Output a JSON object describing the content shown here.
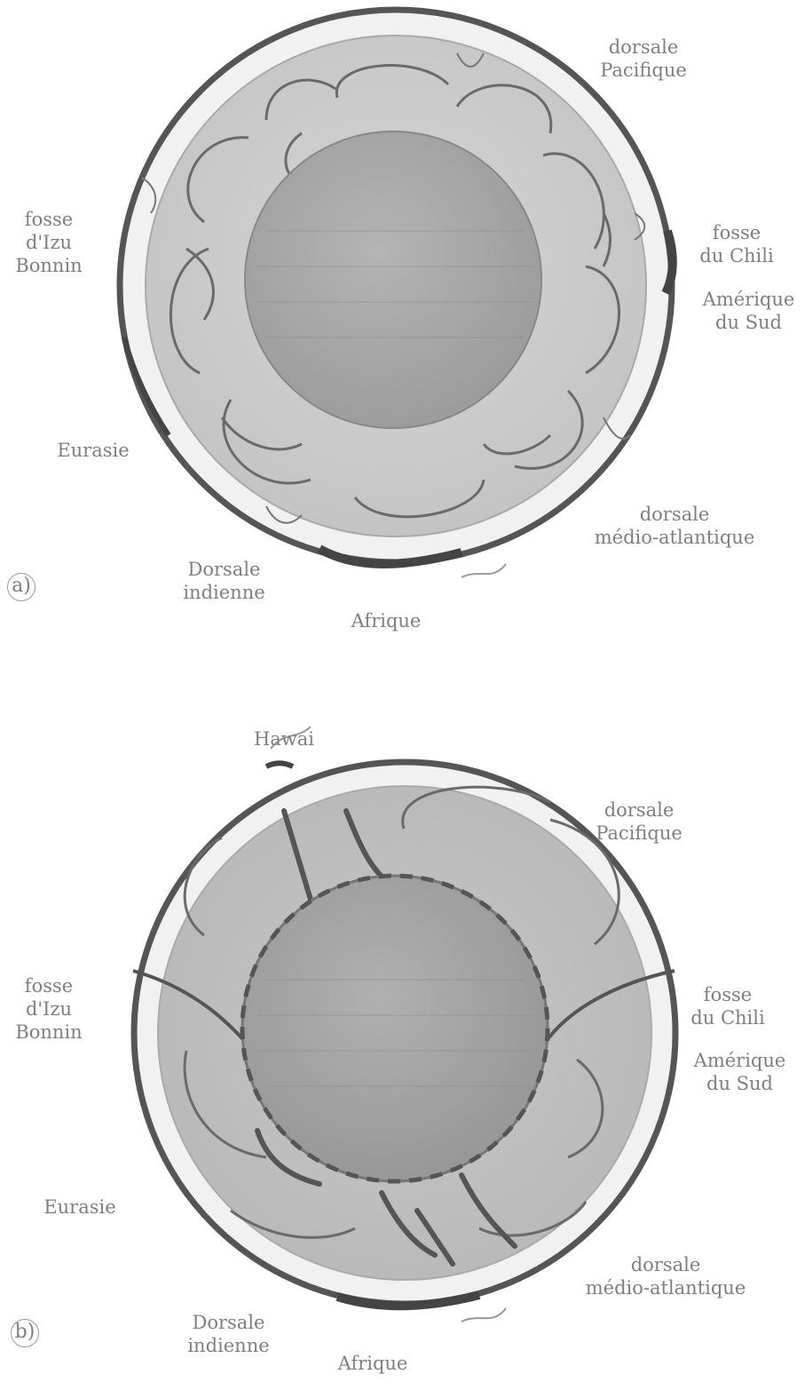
{
  "figure": {
    "panel_a": {
      "letter": "a)",
      "labels": {
        "dorsale_pacifique": [
          "dorsale",
          "Pacifique"
        ],
        "fosse_izu": [
          "fosse",
          "d'Izu",
          "Bonnin"
        ],
        "fosse_chili": [
          "fosse",
          "du Chili"
        ],
        "amerique_sud": [
          "Amérique",
          "du Sud"
        ],
        "eurasie": [
          "Eurasie"
        ],
        "dorsale_medio": [
          "dorsale",
          "médio-atlantique"
        ],
        "dorsale_indienne": [
          "Dorsale",
          "indienne"
        ],
        "afrique": [
          "Afrique"
        ]
      }
    },
    "panel_b": {
      "letter": "b)",
      "labels": {
        "hawai": [
          "Hawai"
        ],
        "dorsale_pacifique": [
          "dorsale",
          "Pacifique"
        ],
        "fosse_izu": [
          "fosse",
          "d'Izu",
          "Bonnin"
        ],
        "fosse_chili": [
          "fosse",
          "du Chili"
        ],
        "amerique_sud": [
          "Amérique",
          "du Sud"
        ],
        "eurasie": [
          "Eurasie"
        ],
        "dorsale_medio": [
          "dorsale",
          "médio-atlantique"
        ],
        "dorsale_indienne": [
          "Dorsale",
          "indienne"
        ],
        "afrique": [
          "Afrique"
        ]
      }
    },
    "colors": {
      "outline": "#555555",
      "crust": "#f2f2f2",
      "mantle": "#cfcfcf",
      "core": "#a8a8a8",
      "cell_line": "#6a6a6a",
      "label_text": "#7f7f7f"
    }
  }
}
